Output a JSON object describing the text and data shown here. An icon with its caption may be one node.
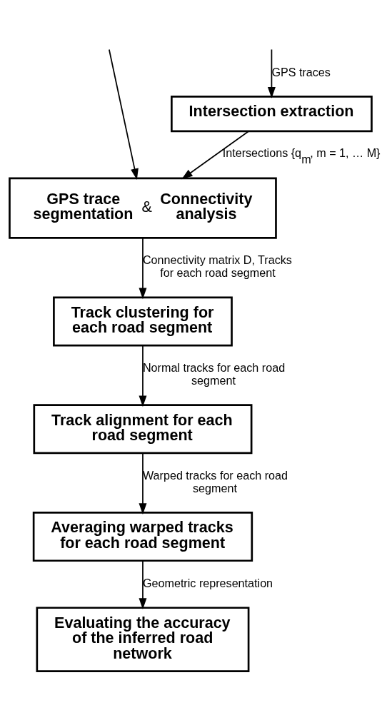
{
  "diagram": {
    "nodes": [
      {
        "text": [
          "Intersection extraction"
        ]
      },
      {
        "text": [
          "GPS trace segmentation",
          "&",
          "Connectivity analysis"
        ]
      },
      {
        "text": [
          "Track clustering for each road segment"
        ]
      },
      {
        "text": [
          "Track alignment for each road segment"
        ]
      },
      {
        "text": [
          "Averaging warped tracks for each road segment"
        ]
      },
      {
        "text": [
          "Evaluating the accuracy of the inferred road network"
        ]
      }
    ],
    "edges": [
      {
        "from": null,
        "to": 0,
        "arrow": "to",
        "label": "GPS traces"
      },
      {
        "from": 0,
        "to": 1,
        "arrow": "to",
        "label": "Intersections {q$_{m}$, m = 1, … M}"
      },
      {
        "from": null,
        "to": 1,
        "arrow": "to"
      },
      {
        "from": 1,
        "to": 2,
        "arrow": "to",
        "label": "Connectivity matrix D, Tracks for each road segment"
      },
      {
        "from": 2,
        "to": 3,
        "arrow": "to",
        "label": "Normal tracks for each road segment"
      },
      {
        "from": 3,
        "to": 4,
        "arrow": "to",
        "label": "Warped tracks for each road segment"
      },
      {
        "from": 4,
        "to": 5,
        "arrow": "to",
        "label": "Geometric representation"
      }
    ]
  }
}
